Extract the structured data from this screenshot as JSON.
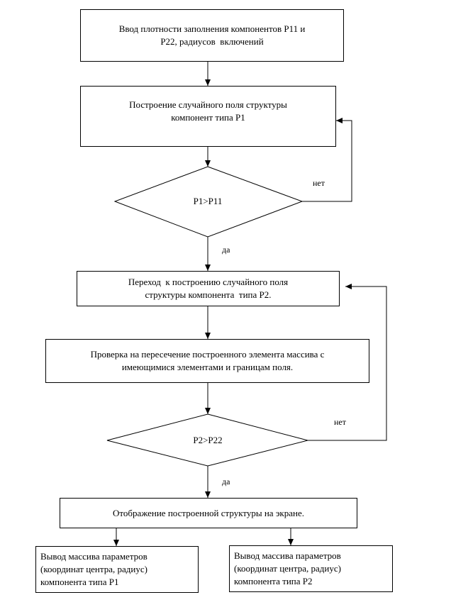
{
  "flowchart": {
    "step1": {
      "line1": "Ввод плотности заполнения компонентов Р11 и",
      "line2": "Р22, радиусов  включений"
    },
    "step2": {
      "line1": "Построение случайного поля структуры",
      "line2": "компонент типа Р1"
    },
    "decision1": {
      "text": "Р1>Р11",
      "no_label": "нет",
      "yes_label": "да"
    },
    "step3": {
      "line1": "Переход  к построению случайного поля",
      "line2": "структуры компонента  типа Р2."
    },
    "step4": {
      "line1": "Проверка на пересечение построенного элемента массива с",
      "line2": "имеющимися элементами и границам поля."
    },
    "decision2": {
      "text": "Р2>Р22",
      "no_label": "нет",
      "yes_label": "да"
    },
    "step5": {
      "line1": "Отображение построенной структуры на экране."
    },
    "output_left": {
      "line1": "Вывод массива параметров",
      "line2": "(координат центра, радиус)",
      "line3": "компонента типа Р1"
    },
    "output_right": {
      "line1": "Вывод массива параметров",
      "line2": "(координат центра, радиус)",
      "line3": "компонента типа Р2"
    }
  }
}
